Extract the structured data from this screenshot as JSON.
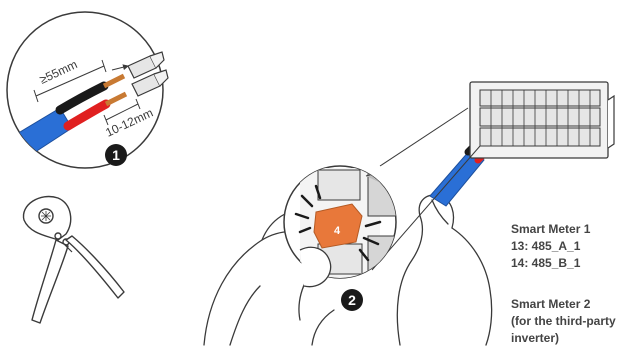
{
  "dimensions": {
    "strip_length": "≥55mm",
    "ferrule_length": "10-12mm"
  },
  "steps": [
    "1",
    "2"
  ],
  "terminal_number": "4",
  "wire_colors": {
    "jacket": "#2a6fd6",
    "red": "#e02020",
    "black": "#1a1a1a",
    "copper": "#c87a33",
    "terminal_orange": "#e8783a",
    "outline": "#3a3a3a"
  },
  "meter1": {
    "title": "Smart Meter 1",
    "line_a": "13: 485_A_1",
    "line_b": "14: 485_B_1"
  },
  "meter2": {
    "title": "Smart Meter 2",
    "note_line1": "(for the third-party",
    "note_line2": "inverter)"
  },
  "icons": [
    "crimping-tool-icon",
    "ferrule-icon",
    "hand-icon",
    "terminal-block-icon"
  ]
}
